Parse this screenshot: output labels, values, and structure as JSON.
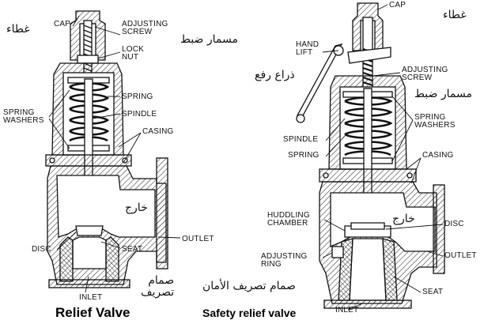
{
  "relief_valve": {
    "caption": "Relief Valve",
    "labels": {
      "cap": "CAP",
      "adjusting_screw": "ADJUSTING\nSCREW",
      "lock_nut": "LOCK\nNUT",
      "spring": "SPRING",
      "spring_washers": "SPRING\nWASHERS",
      "spindle": "SPINDLE",
      "casing": "CASING",
      "outlet": "OUTLET",
      "disc": "DISC",
      "seat": "SEAT",
      "inlet": "INLET"
    },
    "arabic": {
      "cap": "غطاء",
      "adjusting_screw": "مسمار ضبط",
      "outlet": "خارج",
      "valve_name": "صمام\nتصريف"
    }
  },
  "safety_relief_valve": {
    "caption": "Safety relief valve",
    "labels": {
      "cap": "CAP",
      "hand_lift": "HAND\nLIFT",
      "adjusting_screw": "ADJUSTING\nSCREW",
      "spring_washers": "SPRING\nWASHERS",
      "spindle": "SPINDLE",
      "spring": "SPRING",
      "casing": "CASING",
      "huddling_chamber": "HUDDLING\nCHAMBER",
      "disc": "DISC",
      "outlet": "OUTLET",
      "adjusting_ring": "ADJUSTING\nRING",
      "seat": "SEAT",
      "inlet": "INLET"
    },
    "arabic": {
      "cap": "غطاء",
      "hand_lift": "ذراع رفع",
      "adjusting_screw": "مسمار ضبط",
      "outlet": "خارج",
      "valve_name": "صمام تصريف الأمان"
    }
  }
}
